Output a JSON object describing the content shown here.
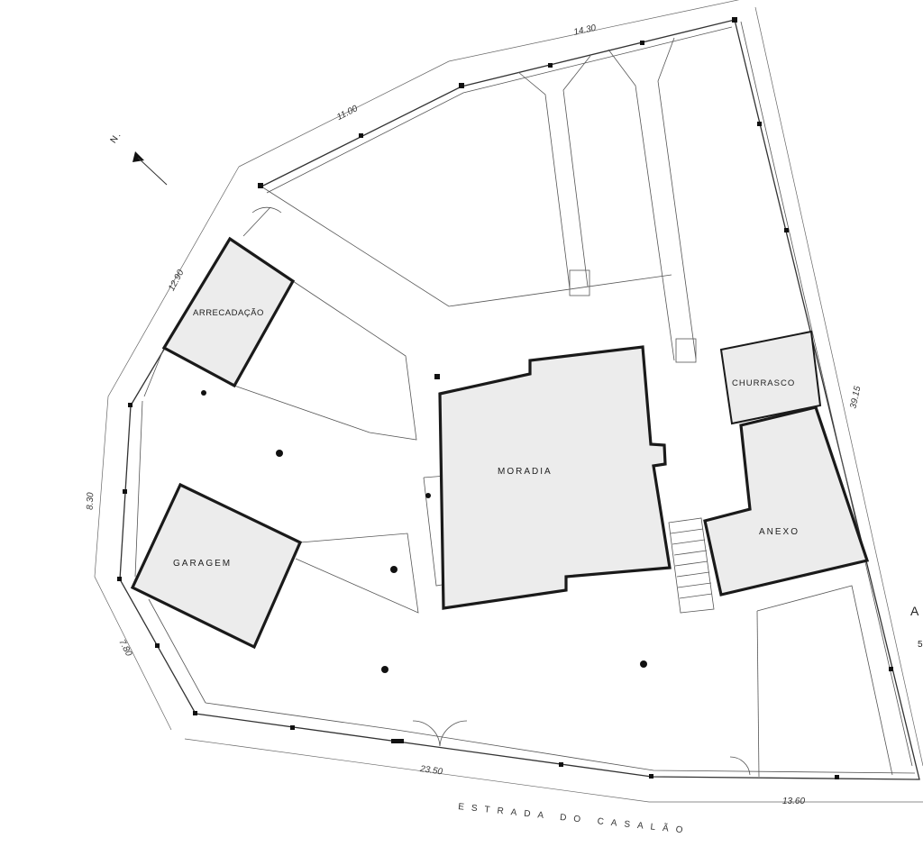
{
  "north_label": "N.",
  "rooms": {
    "arrecadacao": "ARRECADAÇÃO",
    "moradia": "MORADIA",
    "churrasco": "CHURRASCO",
    "anexo": "ANEXO",
    "garagem": "GARAGEM"
  },
  "dimensions": {
    "top_right": "14.30",
    "top_left": "11.00",
    "left_upper": "12.90",
    "left_middle": "8.30",
    "left_lower": "7.80",
    "bottom_left": "23.50",
    "bottom_right": "13.60",
    "right_side": "39.15"
  },
  "road_label": "ESTRADA DO CASALÃO",
  "edge_text": {
    "letter": "A",
    "digit": "5"
  },
  "colors": {
    "building_fill": "#ececec",
    "line": "#1a1a1a"
  }
}
